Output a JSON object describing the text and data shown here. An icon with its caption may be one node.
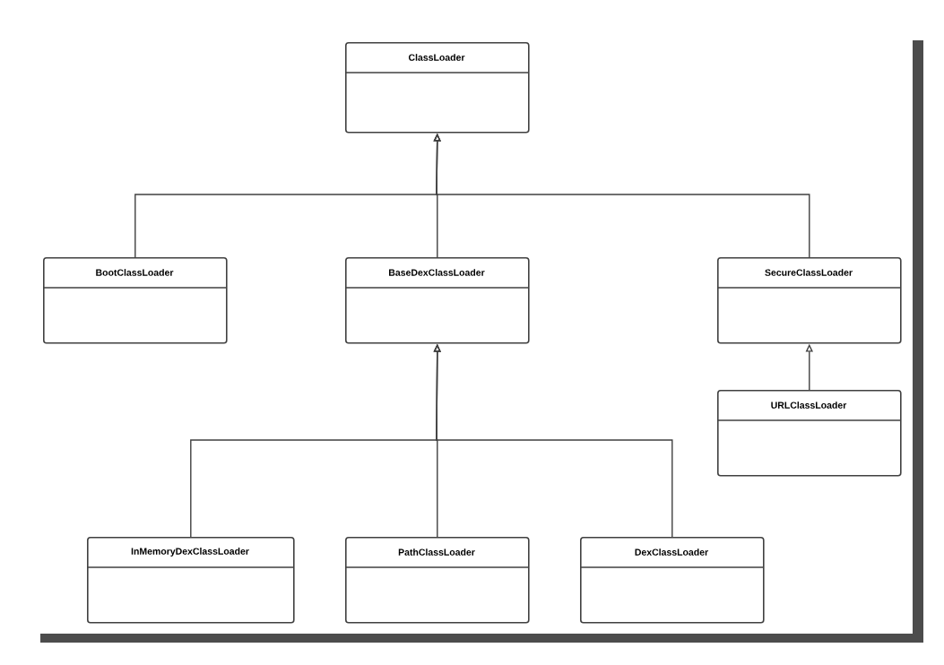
{
  "diagram": {
    "nodes": [
      {
        "text": [
          "ClassLoader"
        ]
      },
      {
        "text": [
          "BootClassLoader"
        ]
      },
      {
        "text": [
          "BaseDexClassLoader"
        ]
      },
      {
        "text": [
          "SecureClassLoader"
        ]
      },
      {
        "text": [
          "URLClassLoader"
        ]
      },
      {
        "text": [
          "InMemoryDexClassLoader"
        ]
      },
      {
        "text": [
          "PathClassLoader"
        ]
      },
      {
        "text": [
          "DexClassLoader"
        ]
      }
    ],
    "edges": [
      {
        "from": 1,
        "to": 0,
        "arrow": "to"
      },
      {
        "from": 2,
        "to": 0,
        "arrow": "to"
      },
      {
        "from": 3,
        "to": 0,
        "arrow": "to"
      },
      {
        "from": 4,
        "to": 3,
        "arrow": "to"
      },
      {
        "from": 5,
        "to": 2,
        "arrow": "to"
      },
      {
        "from": 6,
        "to": 2,
        "arrow": "to"
      },
      {
        "from": 7,
        "to": 2,
        "arrow": "to"
      }
    ]
  }
}
